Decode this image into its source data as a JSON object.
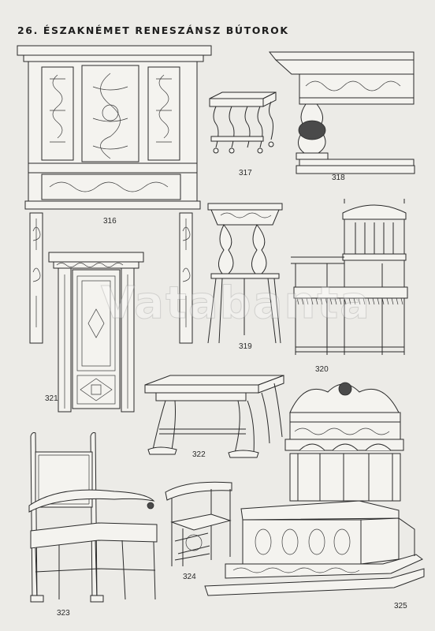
{
  "page": {
    "title": "26. ÉSZAKNÉMET RENESZÁNSZ BÚTOROK",
    "watermark": "Vatabanta"
  },
  "figures": [
    {
      "id": "316",
      "label": "316",
      "icon": "cupboard-icon"
    },
    {
      "id": "317",
      "label": "317",
      "icon": "footstool-icon"
    },
    {
      "id": "318",
      "label": "318",
      "icon": "table-leg-icon"
    },
    {
      "id": "319",
      "label": "319",
      "icon": "stool-icon"
    },
    {
      "id": "320",
      "label": "320",
      "icon": "armchair-icon"
    },
    {
      "id": "321",
      "label": "321",
      "icon": "door-icon"
    },
    {
      "id": "322",
      "label": "322",
      "icon": "table-icon"
    },
    {
      "id": "323",
      "label": "323",
      "icon": "armchair-icon"
    },
    {
      "id": "324",
      "label": "324",
      "icon": "corner-chair-icon"
    },
    {
      "id": "325",
      "label": "325",
      "icon": "canopy-bench-icon"
    }
  ]
}
